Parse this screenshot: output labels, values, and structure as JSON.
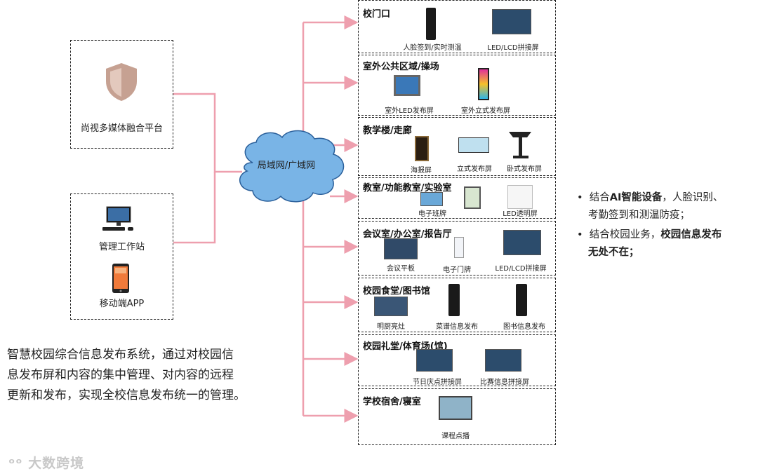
{
  "left_nodes": {
    "platform_label": "尚视多媒体融合平台",
    "workstation_label": "管理工作站",
    "mobile_label": "移动端APP"
  },
  "network_label": "局域网/广域网",
  "zones": [
    {
      "title": "校门口",
      "devices": [
        "人脸签到/实时测温",
        "LED/LCD拼接屏"
      ]
    },
    {
      "title": "室外公共区域/操场",
      "devices": [
        "室外LED发布屏",
        "室外立式发布屏"
      ]
    },
    {
      "title": "教学楼/走廊",
      "devices": [
        "海报屏",
        "立式发布屏",
        "卧式发布屏"
      ]
    },
    {
      "title": "教室/功能教室/实验室",
      "devices": [
        "电子班牌",
        "LED透明屏"
      ]
    },
    {
      "title": "会议室/办公室/报告厅",
      "devices": [
        "会议平板",
        "电子门牌",
        "LED/LCD拼接屏"
      ]
    },
    {
      "title": "校园食堂/图书馆",
      "devices": [
        "明厨亮灶",
        "菜谱信息发布",
        "图书信息发布"
      ]
    },
    {
      "title": "校园礼堂/体育场(馆)",
      "devices": [
        "节日庆点拼接屏",
        "比赛信息拼接屏"
      ]
    },
    {
      "title": "学校宿舍/寝室",
      "devices": [
        "课程点播"
      ]
    }
  ],
  "description": {
    "line1": "智慧校园综合信息发布系统，通过对校园信",
    "line2": "息发布屏和内容的集中管理、对内容的远程",
    "line3": "更新和发布，实现全校信息发布统一的管理。"
  },
  "bullets": {
    "b1_pre": "结合",
    "b1_bold": "AI智能设备",
    "b1_post": "，人脸识别、",
    "b1_line2": "考勤签到和测温防疫；",
    "b2_pre": "结合校园业务，",
    "b2_bold": "校园信息发布",
    "b2_line2": "无处不在；"
  },
  "watermark": "大数跨境",
  "colors": {
    "connector": "#ee9fae",
    "cloud_fill": "#79b4e6",
    "shield": "#c6a192"
  }
}
